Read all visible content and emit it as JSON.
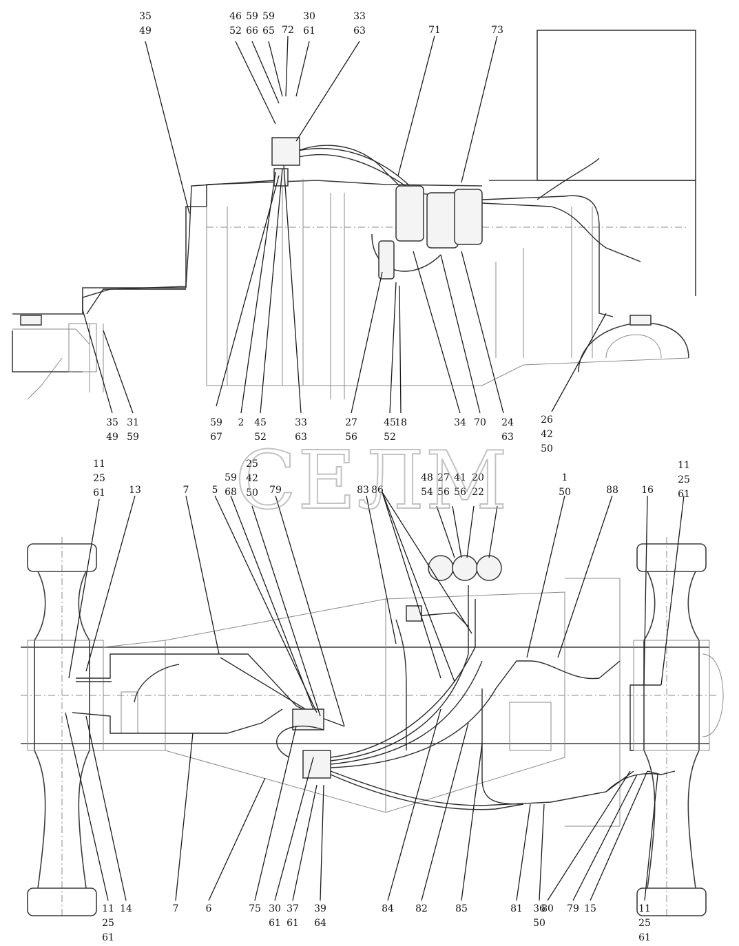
{
  "watermark": "СЕЛМ",
  "top_labels": [
    {
      "id": "t1",
      "lines": [
        "35",
        "49"
      ]
    },
    {
      "id": "t2",
      "lines": [
        "46",
        "52"
      ]
    },
    {
      "id": "t3",
      "lines": [
        "59",
        "66"
      ]
    },
    {
      "id": "t4",
      "lines": [
        "59",
        "65"
      ]
    },
    {
      "id": "t5",
      "lines": [
        "72"
      ]
    },
    {
      "id": "t6",
      "lines": [
        "30",
        "61"
      ]
    },
    {
      "id": "t7",
      "lines": [
        "33",
        "63"
      ]
    },
    {
      "id": "t8",
      "lines": [
        "71"
      ]
    },
    {
      "id": "t9",
      "lines": [
        "73"
      ]
    },
    {
      "id": "t10",
      "lines": [
        "35",
        "49"
      ]
    },
    {
      "id": "t11",
      "lines": [
        "31",
        "59"
      ]
    },
    {
      "id": "t12",
      "lines": [
        "59",
        "67"
      ]
    },
    {
      "id": "t13",
      "lines": [
        "2"
      ]
    },
    {
      "id": "t14",
      "lines": [
        "45",
        "52"
      ]
    },
    {
      "id": "t15",
      "lines": [
        "33",
        "63"
      ]
    },
    {
      "id": "t16",
      "lines": [
        "27",
        "56"
      ]
    },
    {
      "id": "t17",
      "lines": [
        "45",
        "52"
      ]
    },
    {
      "id": "t18",
      "lines": [
        "18"
      ]
    },
    {
      "id": "t19",
      "lines": [
        "34"
      ]
    },
    {
      "id": "t20",
      "lines": [
        "70"
      ]
    },
    {
      "id": "t21",
      "lines": [
        "24",
        "63"
      ]
    },
    {
      "id": "t22",
      "lines": [
        "26",
        "42",
        "50"
      ]
    }
  ],
  "bottom_labels": [
    {
      "id": "b1",
      "lines": [
        "11",
        "25",
        "61"
      ]
    },
    {
      "id": "b2",
      "lines": [
        "13"
      ]
    },
    {
      "id": "b3",
      "lines": [
        "7"
      ]
    },
    {
      "id": "b4",
      "lines": [
        "5"
      ]
    },
    {
      "id": "b5",
      "lines": [
        "59",
        "68"
      ]
    },
    {
      "id": "b6",
      "lines": [
        "25",
        "42",
        "50"
      ]
    },
    {
      "id": "b7",
      "lines": [
        "79"
      ]
    },
    {
      "id": "b8",
      "lines": [
        "83"
      ]
    },
    {
      "id": "b9",
      "lines": [
        "86"
      ]
    },
    {
      "id": "b10",
      "lines": [
        "48",
        "54"
      ]
    },
    {
      "id": "b11",
      "lines": [
        "27",
        "56"
      ]
    },
    {
      "id": "b12",
      "lines": [
        "41",
        "56"
      ]
    },
    {
      "id": "b13",
      "lines": [
        "20",
        "22"
      ]
    },
    {
      "id": "b14",
      "lines": [
        "1",
        "50"
      ]
    },
    {
      "id": "b15",
      "lines": [
        "88"
      ]
    },
    {
      "id": "b16",
      "lines": [
        "16"
      ]
    },
    {
      "id": "b17",
      "lines": [
        "11",
        "25",
        "61"
      ]
    },
    {
      "id": "b18",
      "lines": [
        "11",
        "25",
        "61"
      ]
    },
    {
      "id": "b19",
      "lines": [
        "14"
      ]
    },
    {
      "id": "b20",
      "lines": [
        "7"
      ]
    },
    {
      "id": "b21",
      "lines": [
        "6"
      ]
    },
    {
      "id": "b22",
      "lines": [
        "75"
      ]
    },
    {
      "id": "b23",
      "lines": [
        "30",
        "61"
      ]
    },
    {
      "id": "b24",
      "lines": [
        "37",
        "61"
      ]
    },
    {
      "id": "b25",
      "lines": [
        "39",
        "64"
      ]
    },
    {
      "id": "b26",
      "lines": [
        "84"
      ]
    },
    {
      "id": "b27",
      "lines": [
        "82"
      ]
    },
    {
      "id": "b28",
      "lines": [
        "85"
      ]
    },
    {
      "id": "b29",
      "lines": [
        "81"
      ]
    },
    {
      "id": "b30",
      "lines": [
        "36",
        "50"
      ]
    },
    {
      "id": "b31",
      "lines": [
        "80"
      ]
    },
    {
      "id": "b32",
      "lines": [
        "79"
      ]
    },
    {
      "id": "b33",
      "lines": [
        "15"
      ]
    },
    {
      "id": "b34",
      "lines": [
        "11",
        "25",
        "61"
      ]
    }
  ]
}
